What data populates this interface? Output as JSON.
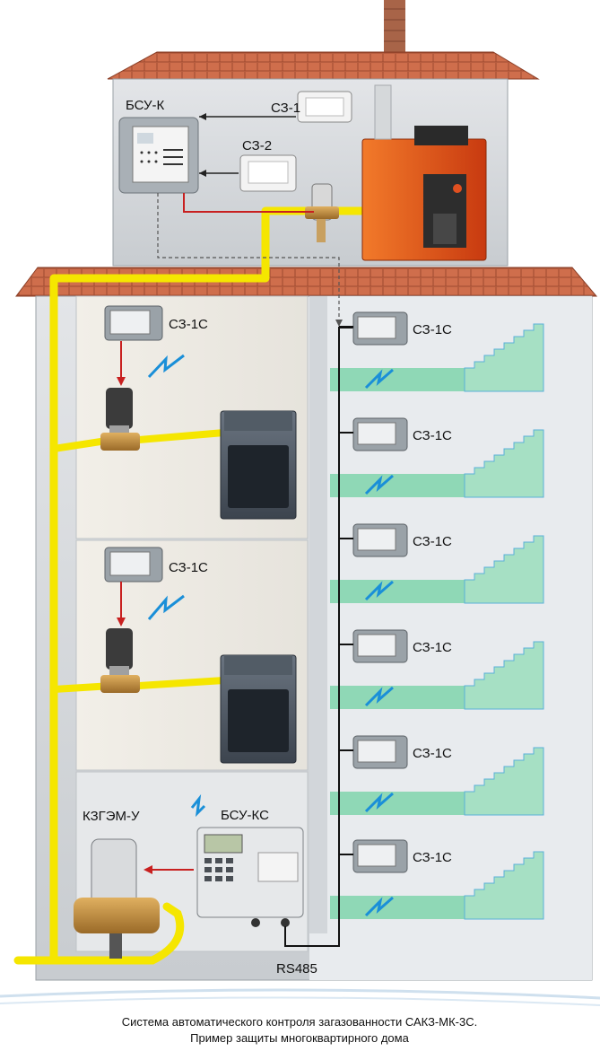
{
  "labels": {
    "bsu_k": "БСУ-К",
    "sz1": "СЗ-1",
    "sz2": "СЗ-2",
    "sz1s": "СЗ-1С",
    "kzgem": "КЗГЭМ-У",
    "bsu_ks": "БСУ-КС",
    "rs485": "RS485"
  },
  "caption": {
    "line1": "Система автоматического контроля загазованности САКЗ-МК-3С.",
    "line2": "Пример защиты многоквартирного дома"
  },
  "colors": {
    "gas_pipe": "#f5e600",
    "roof": "#c9674a",
    "wall": "#d6d9dc",
    "stairs": "#8fd8b6",
    "wire_red": "#c82020",
    "wireless_blue": "#1a8fd8"
  }
}
